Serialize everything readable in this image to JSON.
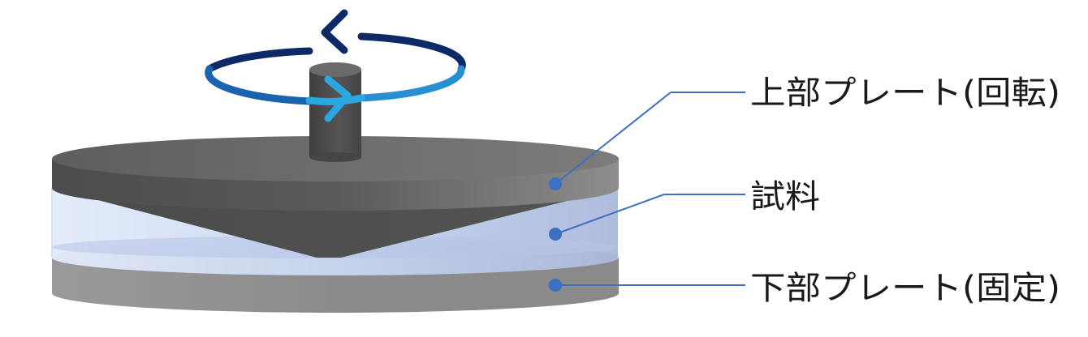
{
  "labels": {
    "upper_plate": "上部プレート(回転)",
    "sample": "試料",
    "lower_plate": "下部プレート(固定)"
  },
  "colors": {
    "plate_top": "#6b6b6b",
    "plate_side_dark": "#4a4a4a",
    "plate_side_light": "#8a8a8a",
    "lower_plate": "#8c8c8c",
    "sample": "#c9d6ef",
    "shaft": "#4d4d4d",
    "rotation_arrow_dark": "#0d2a66",
    "rotation_arrow_light": "#2aa7e0",
    "leader_line": "#3f6fbf",
    "leader_dot": "#3a6fc4"
  },
  "icons": {
    "rotation": "rotation-arrow-icon"
  }
}
